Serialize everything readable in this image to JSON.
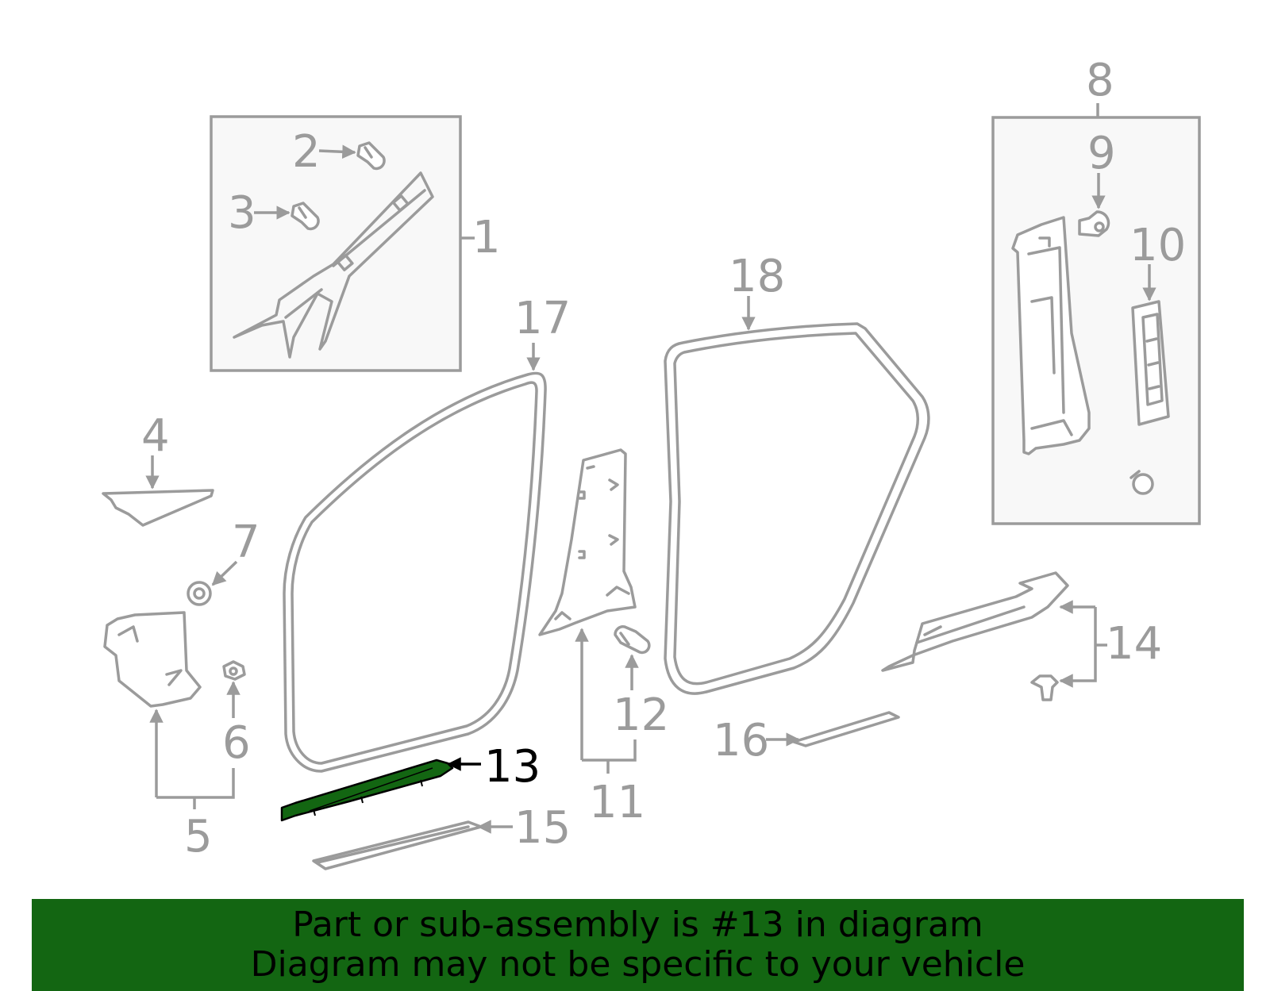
{
  "colors": {
    "line": "#9b9b9b",
    "highlight_fill": "#136612",
    "highlight_label": "#000000",
    "banner_bg": "#136612",
    "panel_bg": "#f8f8f8"
  },
  "callouts": {
    "c1": "1",
    "c2": "2",
    "c3": "3",
    "c4": "4",
    "c5": "5",
    "c6": "6",
    "c7": "7",
    "c8": "8",
    "c9": "9",
    "c10": "10",
    "c11": "11",
    "c12": "12",
    "c13": "13",
    "c14": "14",
    "c15": "15",
    "c16": "16",
    "c17": "17",
    "c18": "18"
  },
  "highlighted_part": "13",
  "banner": {
    "line1": "Part or sub-assembly is #13 in diagram",
    "line2": "Diagram may not be specific to your vehicle"
  }
}
